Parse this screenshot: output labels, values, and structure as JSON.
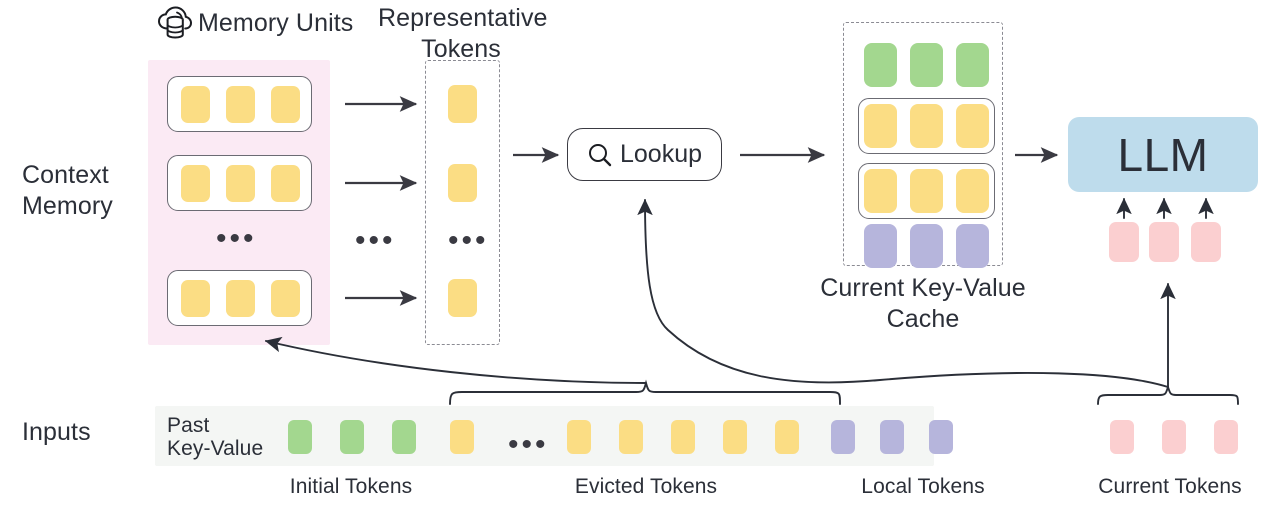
{
  "title": "Context Memory LLM KV-Cache Architecture Diagram",
  "row_labels": {
    "context_memory": "Context\nMemory",
    "context_memory_line1": "Context",
    "context_memory_line2": "Memory",
    "inputs": "Inputs"
  },
  "memory_units": {
    "icon": "cloud-database-icon",
    "label": "Memory Units",
    "panel_color": "#fbeaf4",
    "units": [
      {
        "tokens": [
          "yellow",
          "yellow",
          "yellow"
        ]
      },
      {
        "tokens": [
          "yellow",
          "yellow",
          "yellow"
        ]
      },
      {
        "tokens": [
          "yellow",
          "yellow",
          "yellow"
        ]
      }
    ],
    "ellipsis": "•••"
  },
  "representative_tokens": {
    "label_line1": "Representative",
    "label_line2": "Tokens",
    "tokens": [
      "yellow",
      "yellow",
      "yellow"
    ],
    "ellipsis": "•••"
  },
  "lookup": {
    "label": "Lookup",
    "icon": "magnifier-search-icon"
  },
  "kv_cache": {
    "label_line1": "Current Key-Value",
    "label_line2": "Cache",
    "rows": [
      {
        "type": "initial",
        "color": "green",
        "boxed": false,
        "cells": 3
      },
      {
        "type": "retrieved-unit-a",
        "color": "yellow",
        "boxed": true,
        "cells": 3
      },
      {
        "type": "retrieved-unit-b",
        "color": "yellow",
        "boxed": true,
        "cells": 3
      },
      {
        "type": "local",
        "color": "purple",
        "boxed": false,
        "cells": 3
      }
    ]
  },
  "llm": {
    "label": "LLM",
    "box_color": "#bedcec",
    "input_tokens": [
      "pink",
      "pink",
      "pink"
    ]
  },
  "inputs_row": {
    "band_label_line1": "Past",
    "band_label_line2": "Key-Value",
    "band_color": "#f4f6f4",
    "ellipsis": "•••",
    "groups": [
      {
        "name": "initial-tokens",
        "caption": "Initial Tokens",
        "color": "green",
        "count": 3
      },
      {
        "name": "evicted-tokens",
        "caption": "Evicted Tokens",
        "color": "yellow",
        "count": 7
      },
      {
        "name": "local-tokens",
        "caption": "Local Tokens",
        "color": "purple",
        "count": 3
      },
      {
        "name": "current-tokens",
        "caption": "Current Tokens",
        "color": "pink",
        "count": 3
      }
    ]
  },
  "colors": {
    "yellow": "#fbdd84",
    "green": "#a3d78f",
    "purple": "#b6b5dc",
    "pink": "#fbcfd0",
    "blue": "#bedcec",
    "pink_panel": "#fbeaf4",
    "band_gray": "#f4f6f4",
    "stroke": "#3a3a42",
    "text": "#2b2f38"
  }
}
